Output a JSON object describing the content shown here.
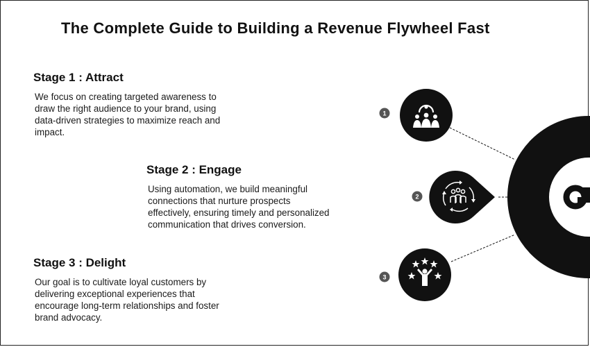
{
  "title": "The Complete Guide to Building a Revenue Flywheel Fast",
  "stages": [
    {
      "number": "1",
      "heading": "Stage 1 : Attract",
      "body": "We focus on creating targeted awareness to draw the right audience to your brand, using data-driven strategies to maximize reach and impact.",
      "icon": "audience-target-icon"
    },
    {
      "number": "2",
      "heading": "Stage 2 : Engage",
      "body": "Using automation, we build meaningful connections that nurture prospects effectively, ensuring timely and personalized communication that drives conversion.",
      "icon": "engagement-cycle-icon"
    },
    {
      "number": "3",
      "heading": "Stage 3 : Delight",
      "body": "Our goal is to cultivate loyal customers by delivering exceptional experiences that encourage long-term relationships and foster brand advocacy.",
      "icon": "star-celebration-icon"
    }
  ],
  "center_hub": {
    "icon": "hub-logo-icon"
  },
  "colors": {
    "ink": "#111111",
    "background": "#ffffff",
    "badge": "#555555"
  }
}
